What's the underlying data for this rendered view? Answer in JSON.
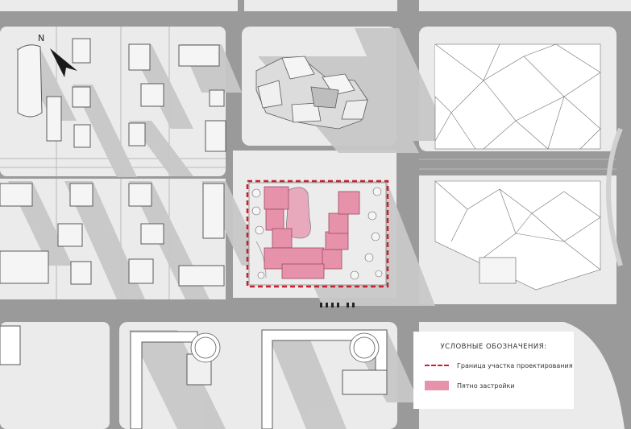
{
  "north": {
    "label": "N"
  },
  "legend": {
    "title": "УСЛОВНЫЕ ОБОЗНАЧЕНИЯ:",
    "items": [
      {
        "label": "Граница участка проектирования",
        "kind": "dashed-line",
        "color": "#c8202e"
      },
      {
        "label": "Пятно застройки",
        "kind": "fill",
        "color": "#e592aa"
      }
    ]
  },
  "colors": {
    "road": "#9a9a9a",
    "block": "#ebebeb",
    "shadow": "#c6c6c6",
    "building": "#f5f5f5",
    "outline": "#5a5a5a",
    "boundary": "#c8202e",
    "footprint": "#e592aa"
  }
}
